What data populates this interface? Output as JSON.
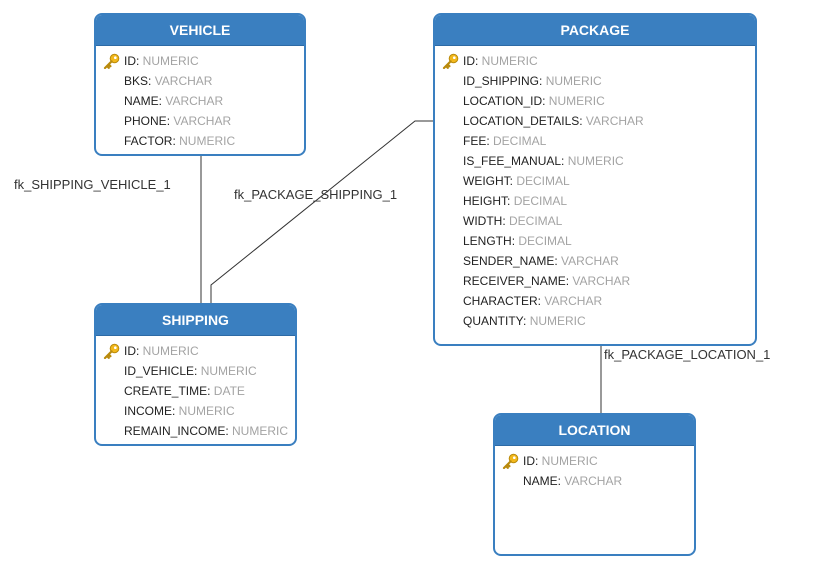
{
  "colors": {
    "header_bg": "#3a7fc0",
    "header_text": "#ffffff",
    "border": "#3a7fc0",
    "field_name": "#222222",
    "field_type": "#a3a3a3",
    "key_icon": "#f2b81c",
    "connector": "#333333"
  },
  "key_icon_name": "primary-key-icon",
  "tables": {
    "vehicle": {
      "name": "VEHICLE",
      "fields": [
        {
          "name": "ID",
          "type": "NUMERIC",
          "pk": true
        },
        {
          "name": "BKS",
          "type": "VARCHAR",
          "pk": false
        },
        {
          "name": "NAME",
          "type": "VARCHAR",
          "pk": false
        },
        {
          "name": "PHONE",
          "type": "VARCHAR",
          "pk": false
        },
        {
          "name": "FACTOR",
          "type": "NUMERIC",
          "pk": false
        }
      ]
    },
    "package": {
      "name": "PACKAGE",
      "fields": [
        {
          "name": "ID",
          "type": "NUMERIC",
          "pk": true
        },
        {
          "name": "ID_SHIPPING",
          "type": "NUMERIC",
          "pk": false
        },
        {
          "name": "LOCATION_ID",
          "type": "NUMERIC",
          "pk": false
        },
        {
          "name": "LOCATION_DETAILS",
          "type": "VARCHAR",
          "pk": false
        },
        {
          "name": "FEE",
          "type": "DECIMAL",
          "pk": false
        },
        {
          "name": "IS_FEE_MANUAL",
          "type": "NUMERIC",
          "pk": false
        },
        {
          "name": "WEIGHT",
          "type": "DECIMAL",
          "pk": false
        },
        {
          "name": "HEIGHT",
          "type": "DECIMAL",
          "pk": false
        },
        {
          "name": "WIDTH",
          "type": "DECIMAL",
          "pk": false
        },
        {
          "name": "LENGTH",
          "type": "DECIMAL",
          "pk": false
        },
        {
          "name": "SENDER_NAME",
          "type": "VARCHAR",
          "pk": false
        },
        {
          "name": "RECEIVER_NAME",
          "type": "VARCHAR",
          "pk": false
        },
        {
          "name": "CHARACTER",
          "type": "VARCHAR",
          "pk": false
        },
        {
          "name": "QUANTITY",
          "type": "NUMERIC",
          "pk": false
        }
      ]
    },
    "shipping": {
      "name": "SHIPPING",
      "fields": [
        {
          "name": "ID",
          "type": "NUMERIC",
          "pk": true
        },
        {
          "name": "ID_VEHICLE",
          "type": "NUMERIC",
          "pk": false
        },
        {
          "name": "CREATE_TIME",
          "type": "DATE",
          "pk": false
        },
        {
          "name": "INCOME",
          "type": "NUMERIC",
          "pk": false
        },
        {
          "name": "REMAIN_INCOME",
          "type": "NUMERIC",
          "pk": false
        }
      ]
    },
    "location": {
      "name": "LOCATION",
      "fields": [
        {
          "name": "ID",
          "type": "NUMERIC",
          "pk": true
        },
        {
          "name": "NAME",
          "type": "VARCHAR",
          "pk": false
        }
      ]
    }
  },
  "relationships": {
    "shipping_vehicle": {
      "label": "fk_SHIPPING_VEHICLE_1",
      "from": "SHIPPING",
      "to": "VEHICLE"
    },
    "package_shipping": {
      "label": "fk_PACKAGE_SHIPPING_1",
      "from": "PACKAGE",
      "to": "SHIPPING"
    },
    "package_location": {
      "label": "fk_PACKAGE_LOCATION_1",
      "from": "PACKAGE",
      "to": "LOCATION"
    }
  }
}
